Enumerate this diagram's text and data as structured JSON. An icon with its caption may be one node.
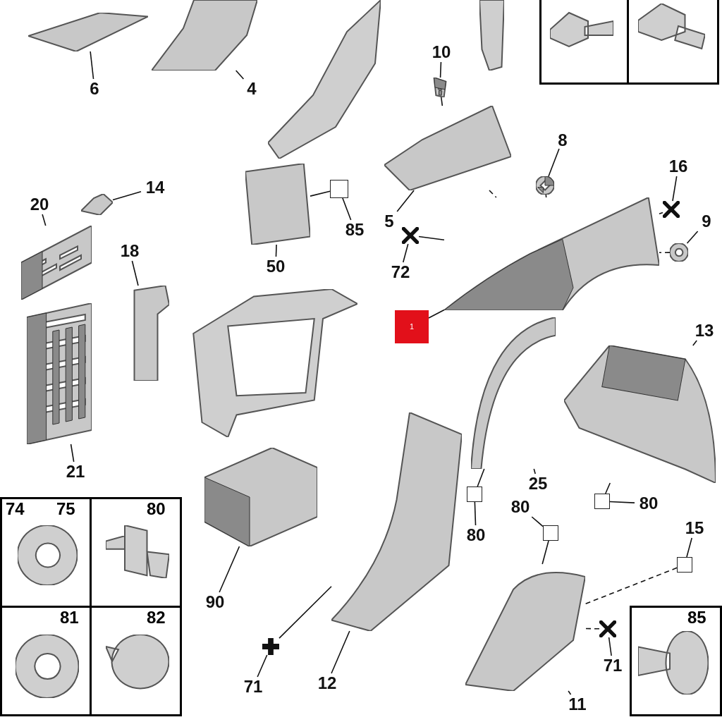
{
  "diagram": {
    "nodes": [
      {
        "text": [
          "6"
        ]
      },
      {
        "text": [],
        "shape": "picture"
      },
      {
        "text": [
          "4"
        ]
      },
      {
        "text": [],
        "shape": "picture"
      },
      {
        "text": [
          "10"
        ]
      },
      {
        "text": [],
        "shape": "picture"
      },
      {
        "text": [
          "8"
        ]
      },
      {
        "text": [],
        "shape": "picture"
      },
      {
        "text": [
          "16"
        ]
      },
      {
        "text": [],
        "shape": "cross"
      },
      {
        "text": [
          "9"
        ]
      },
      {
        "text": [],
        "shape": "picture"
      },
      {
        "text": [
          "14"
        ]
      },
      {
        "text": [],
        "shape": "picture"
      },
      {
        "text": [
          "20"
        ]
      },
      {
        "text": [],
        "shape": "picture"
      },
      {
        "text": [
          "85"
        ]
      },
      {
        "text": [],
        "shape": "box"
      },
      {
        "text": [
          "50"
        ]
      },
      {
        "text": [],
        "shape": "picture"
      },
      {
        "text": [
          "5"
        ]
      },
      {
        "text": [],
        "shape": "picture"
      },
      {
        "text": [
          "72"
        ]
      },
      {
        "text": [],
        "shape": "cross"
      },
      {
        "text": [
          "18"
        ]
      },
      {
        "text": [],
        "shape": "picture"
      },
      {
        "text": [
          "1"
        ]
      },
      {
        "text": [],
        "shape": "picture"
      },
      {
        "text": [
          "13"
        ]
      },
      {
        "text": [],
        "shape": "picture"
      },
      {
        "text": [
          "25"
        ]
      },
      {
        "text": [],
        "shape": "picture"
      },
      {
        "text": [
          "80"
        ]
      },
      {
        "text": [],
        "shape": "box"
      },
      {
        "text": [
          "21"
        ]
      },
      {
        "text": [],
        "shape": "picture"
      },
      {
        "text": [
          "90"
        ]
      },
      {
        "text": [],
        "shape": "picture"
      },
      {
        "text": [
          "80"
        ]
      },
      {
        "text": [],
        "shape": "box"
      },
      {
        "text": [
          "15"
        ]
      },
      {
        "text": [],
        "shape": "box"
      },
      {
        "text": [
          "80"
        ]
      },
      {
        "text": [],
        "shape": "box"
      },
      {
        "text": [
          "71"
        ]
      },
      {
        "text": [],
        "shape": "cross"
      },
      {
        "text": [
          "71"
        ]
      },
      {
        "text": [],
        "shape": "cross"
      },
      {
        "text": [
          "12"
        ]
      },
      {
        "text": [],
        "shape": "picture"
      },
      {
        "text": [
          "11"
        ]
      },
      {
        "text": [],
        "shape": "picture"
      }
    ],
    "edges": [
      {
        "from": 0,
        "to": 1,
        "arrow": "none"
      },
      {
        "from": 2,
        "to": 3,
        "arrow": "none"
      },
      {
        "from": 4,
        "to": 5,
        "arrow": "none"
      },
      {
        "from": 5,
        "to": 21,
        "arrow": "none"
      },
      {
        "from": 6,
        "to": 7,
        "arrow": "none"
      },
      {
        "from": 7,
        "to": 27,
        "arrow": "none"
      },
      {
        "from": 8,
        "to": 9,
        "arrow": "none"
      },
      {
        "from": 9,
        "to": 27,
        "arrow": "none",
        "style": "dashed"
      },
      {
        "from": 10,
        "to": 11,
        "arrow": "none"
      },
      {
        "from": 11,
        "to": 27,
        "arrow": "none",
        "style": "dashed"
      },
      {
        "from": 12,
        "to": 13,
        "arrow": "none"
      },
      {
        "from": 14,
        "to": 15,
        "arrow": "none"
      },
      {
        "from": 16,
        "to": 17,
        "arrow": "none"
      },
      {
        "from": 17,
        "to": 19,
        "arrow": "none"
      },
      {
        "from": 18,
        "to": 19,
        "arrow": "none"
      },
      {
        "from": 20,
        "to": 21,
        "arrow": "none"
      },
      {
        "from": 21,
        "to": 27,
        "arrow": "none",
        "style": "dashed"
      },
      {
        "from": 22,
        "to": 23,
        "arrow": "none"
      },
      {
        "from": 23,
        "to": 27,
        "arrow": "none"
      },
      {
        "from": 24,
        "to": 25,
        "arrow": "none"
      },
      {
        "from": 26,
        "to": 27,
        "arrow": "none"
      },
      {
        "from": 28,
        "to": 29,
        "arrow": "none"
      },
      {
        "from": 30,
        "to": 31,
        "arrow": "none"
      },
      {
        "from": 32,
        "to": 33,
        "arrow": "none"
      },
      {
        "from": 33,
        "to": 29,
        "arrow": "none"
      },
      {
        "from": 34,
        "to": 35,
        "arrow": "none"
      },
      {
        "from": 36,
        "to": 37,
        "arrow": "none"
      },
      {
        "from": 38,
        "to": 39,
        "arrow": "none"
      },
      {
        "from": 39,
        "to": 31,
        "arrow": "none"
      },
      {
        "from": 40,
        "to": 41,
        "arrow": "none"
      },
      {
        "from": 41,
        "to": 51,
        "arrow": "none",
        "style": "dashed"
      },
      {
        "from": 42,
        "to": 43,
        "arrow": "none"
      },
      {
        "from": 43,
        "to": 51,
        "arrow": "none"
      },
      {
        "from": 44,
        "to": 45,
        "arrow": "none"
      },
      {
        "from": 45,
        "to": 51,
        "arrow": "none",
        "style": "dashed"
      },
      {
        "from": 46,
        "to": 47,
        "arrow": "none"
      },
      {
        "from": 47,
        "to": 49,
        "arrow": "none"
      },
      {
        "from": 48,
        "to": 49,
        "arrow": "none"
      },
      {
        "from": 50,
        "to": 51,
        "arrow": "none"
      }
    ],
    "labels": [
      "74",
      "75",
      "80",
      "81",
      "82",
      "85"
    ]
  }
}
